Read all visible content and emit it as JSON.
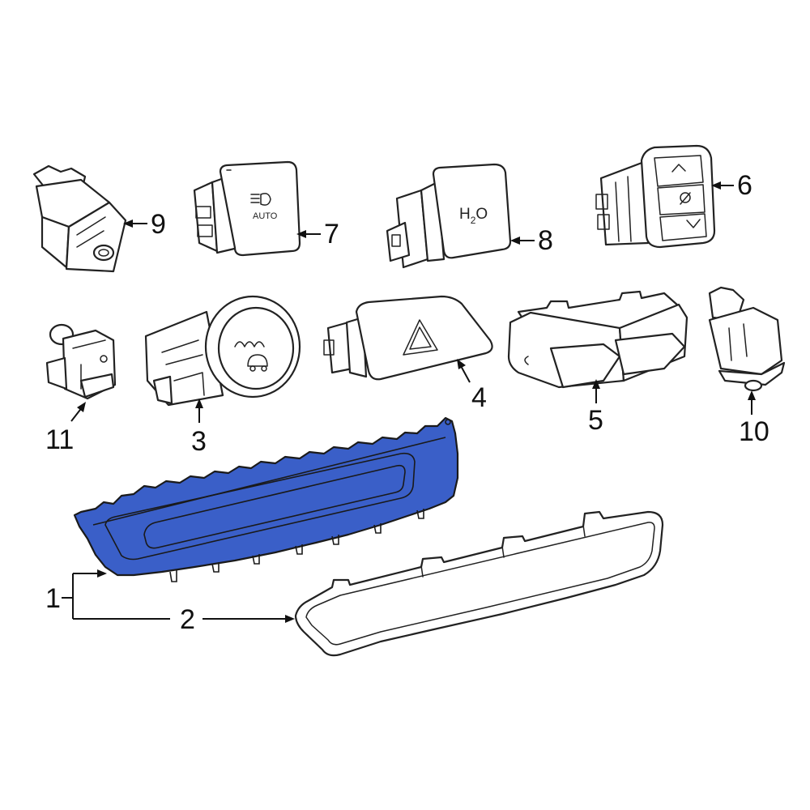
{
  "colors": {
    "highlight": "#3a5fc8",
    "outline": "#222222",
    "background": "#ffffff"
  },
  "callouts": [
    {
      "id": "1",
      "label": "1"
    },
    {
      "id": "2",
      "label": "2"
    },
    {
      "id": "3",
      "label": "3"
    },
    {
      "id": "4",
      "label": "4"
    },
    {
      "id": "5",
      "label": "5"
    },
    {
      "id": "6",
      "label": "6"
    },
    {
      "id": "7",
      "label": "7"
    },
    {
      "id": "8",
      "label": "8"
    },
    {
      "id": "9",
      "label": "9"
    },
    {
      "id": "10",
      "label": "10"
    },
    {
      "id": "11",
      "label": "11"
    }
  ],
  "button_text": {
    "auto": "AUTO",
    "h2o_h": "H",
    "h2o_sub": "2",
    "h2o_o": "O"
  },
  "icons": [
    "headlight-auto-icon",
    "hazard-triangle-icon",
    "traction-control-icon",
    "seat-heat-icon",
    "chevron-up-icon",
    "chevron-down-icon"
  ]
}
